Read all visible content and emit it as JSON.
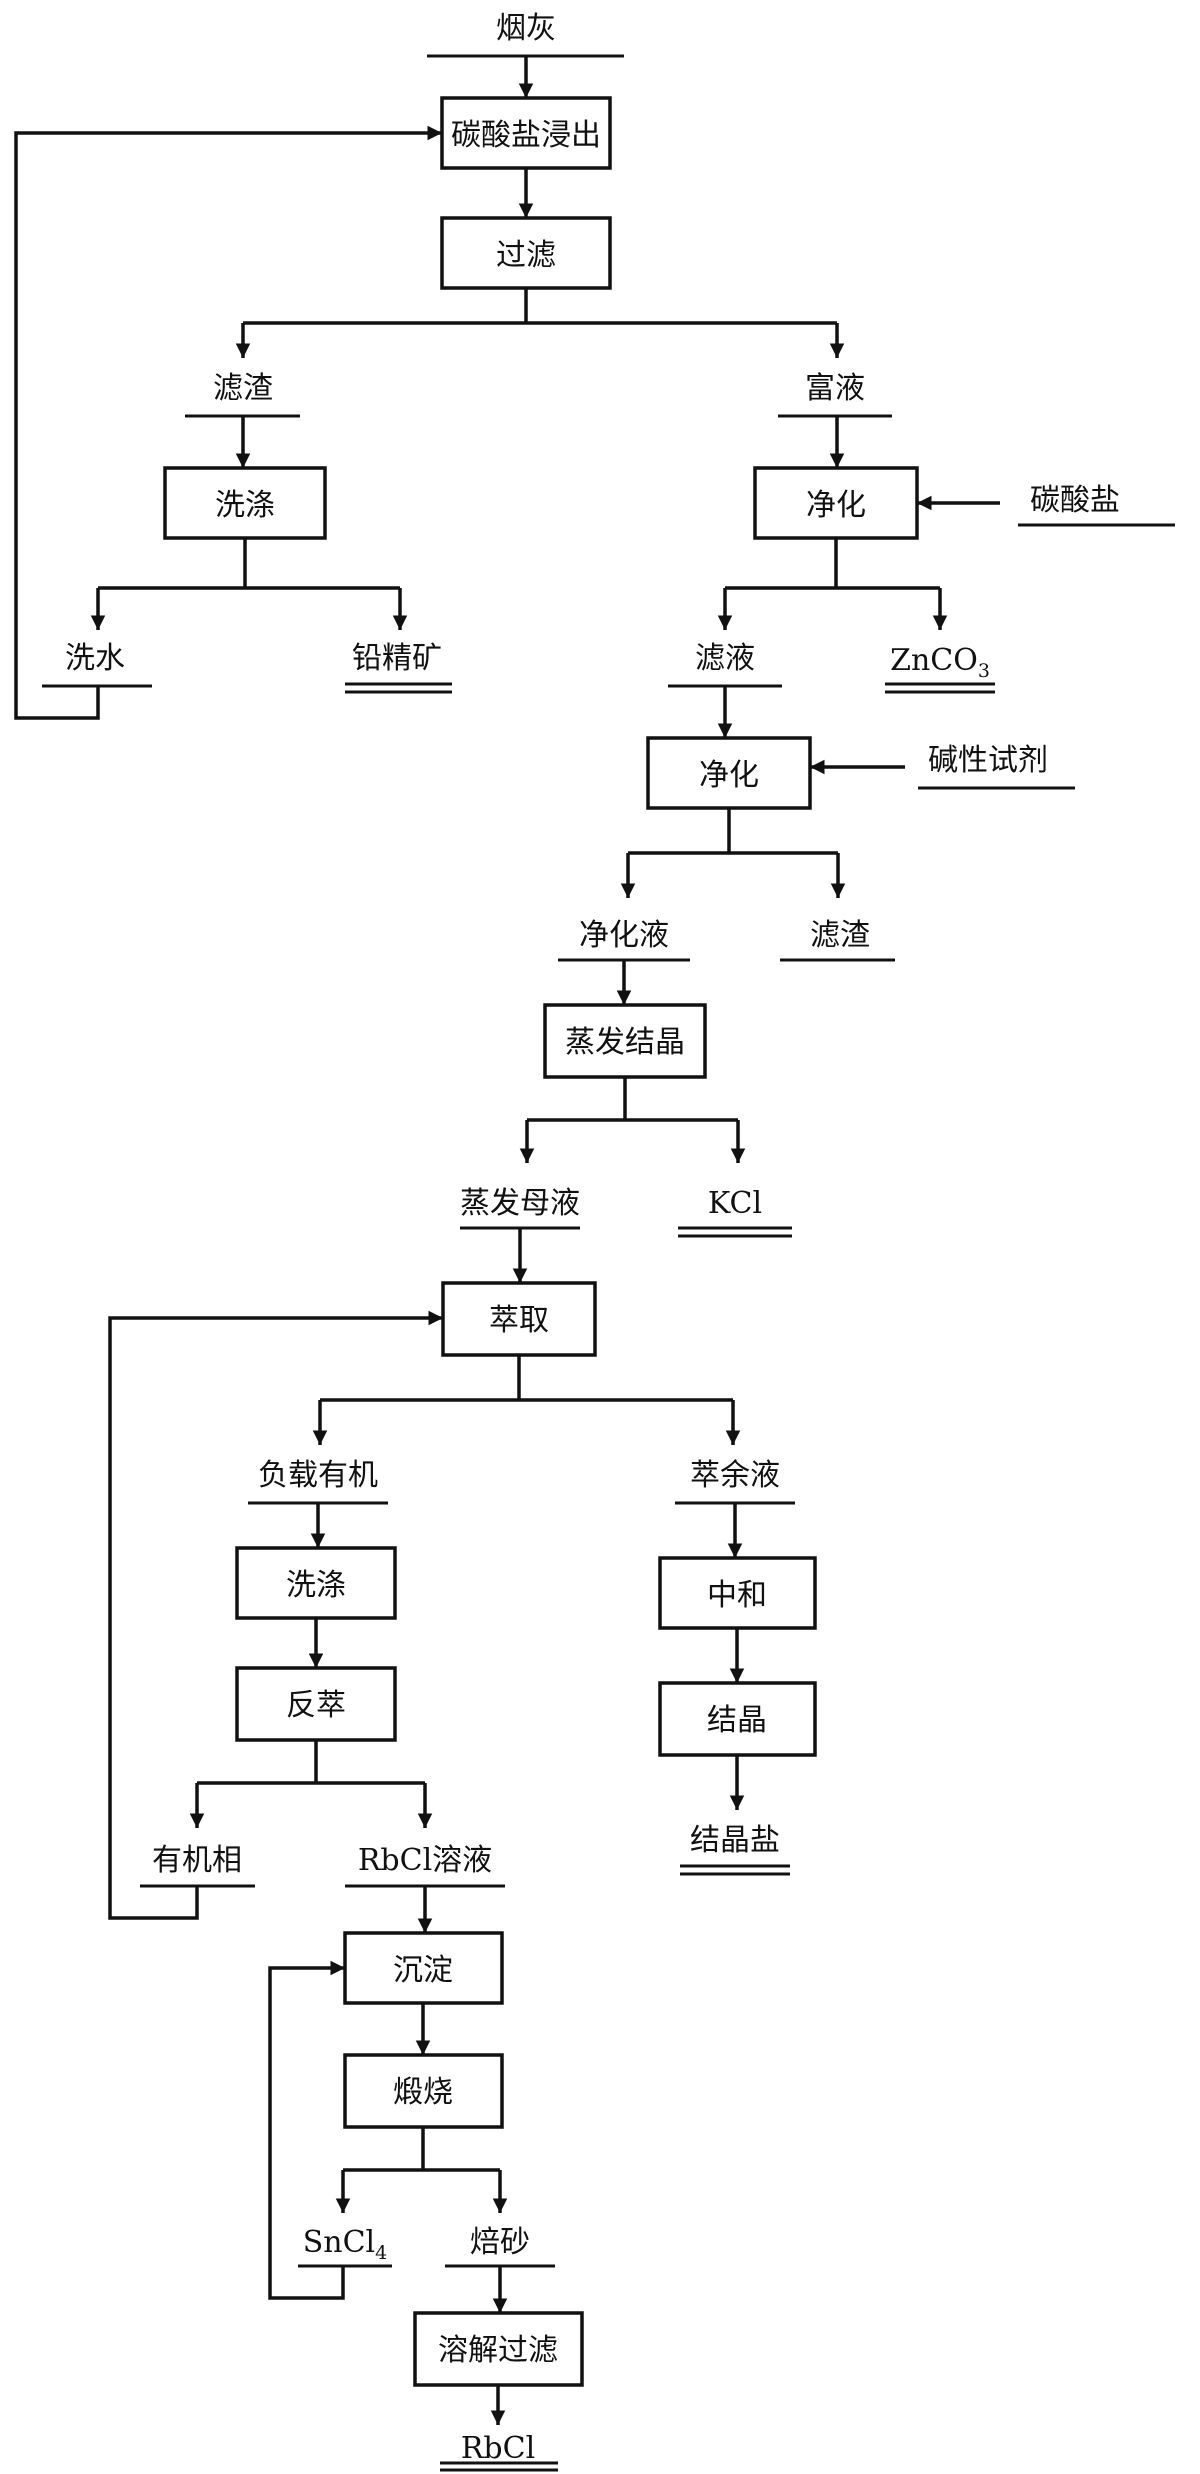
{
  "diagram": {
    "feed": "烟灰",
    "process_steps": {
      "carbonate_leach": "碳酸盐浸出",
      "filtration": "过滤",
      "wash_residue": "洗涤",
      "purify_1": "净化",
      "purify_2": "净化",
      "evap_crystallize": "蒸发结晶",
      "extraction": "萃取",
      "wash_organic": "洗涤",
      "strip": "反萃",
      "neutralize": "中和",
      "crystallize": "结晶",
      "precipitate": "沉淀",
      "calcine": "煅烧",
      "dissolve_filter": "溶解过滤"
    },
    "streams": {
      "filter_residue_1": "滤渣",
      "rich_liquor": "富液",
      "wash_water": "洗水",
      "lead_concentrate": "铅精矿",
      "carbonate_reagent": "碳酸盐",
      "filtrate": "滤液",
      "zinc_carbonate": "ZnCO",
      "zinc_carbonate_sub": "3",
      "alkaline_reagent": "碱性试剂",
      "purified_liquor": "净化液",
      "filter_residue_2": "滤渣",
      "evap_mother_liquor": "蒸发母液",
      "potassium_chloride": "KCl",
      "loaded_organic": "负载有机",
      "raffinate": "萃余液",
      "organic_phase": "有机相",
      "rbcl_solution": "RbCl溶液",
      "crystal_salt": "结晶盐",
      "tin_chloride": "SnCl",
      "tin_chloride_sub": "4",
      "calcine_sand": "焙砂",
      "rubidium_chloride": "RbCl"
    }
  }
}
